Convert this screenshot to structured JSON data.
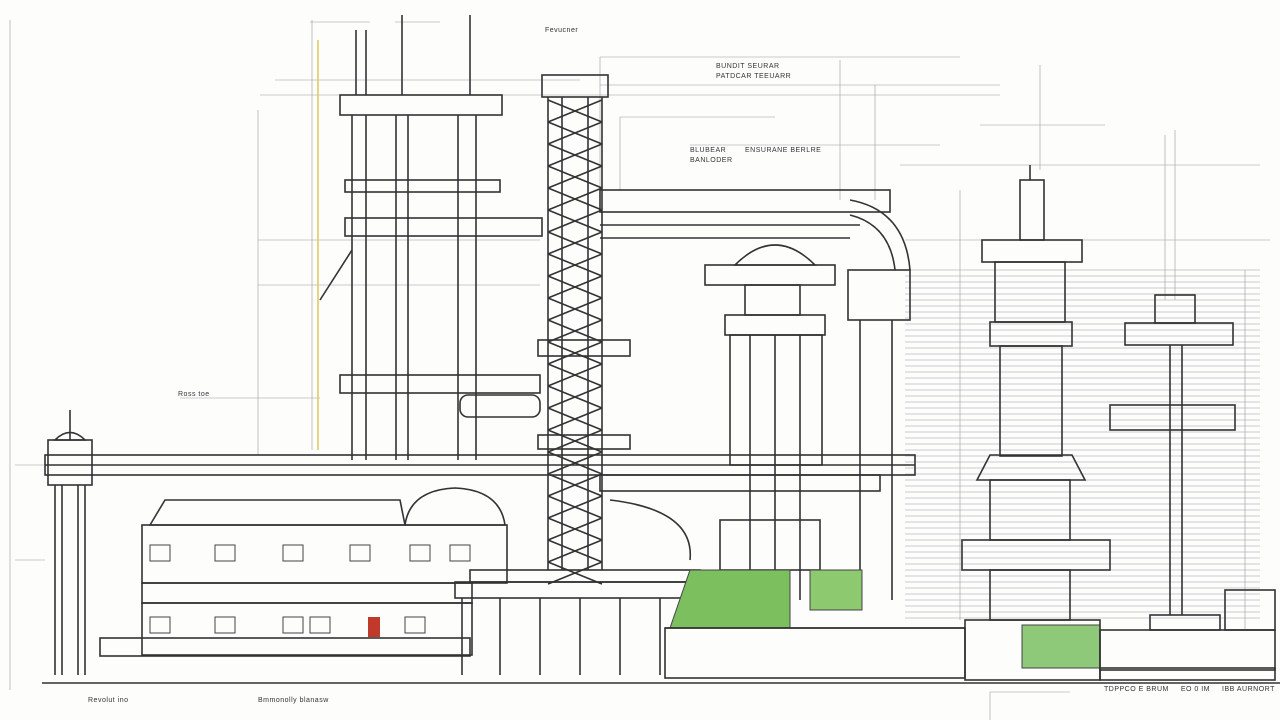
{
  "drawing": {
    "labels": {
      "tower_top": "Fevucner",
      "header_line1": "BUNDIT SEURAR",
      "header_line2": "PATDCAR TEEUARR",
      "mid_note1": "BLUBEAR",
      "mid_note2": "BANLODER",
      "mid_note3": "ENSURANE BERLRE",
      "left_note": "Ross toe",
      "bottom_left1": "Revolut ino",
      "bottom_left2": "Bmmonolly blanasw",
      "bottom_right1": "TDPPCO E BRUM",
      "bottom_right2": "EO 0 IM",
      "bottom_right3": "IBB AURNORT"
    },
    "colors": {
      "line": "#444444",
      "accent_green": "#7cbf5f",
      "accent_red": "#c0392b",
      "accent_yellow": "#e2c85a"
    }
  }
}
